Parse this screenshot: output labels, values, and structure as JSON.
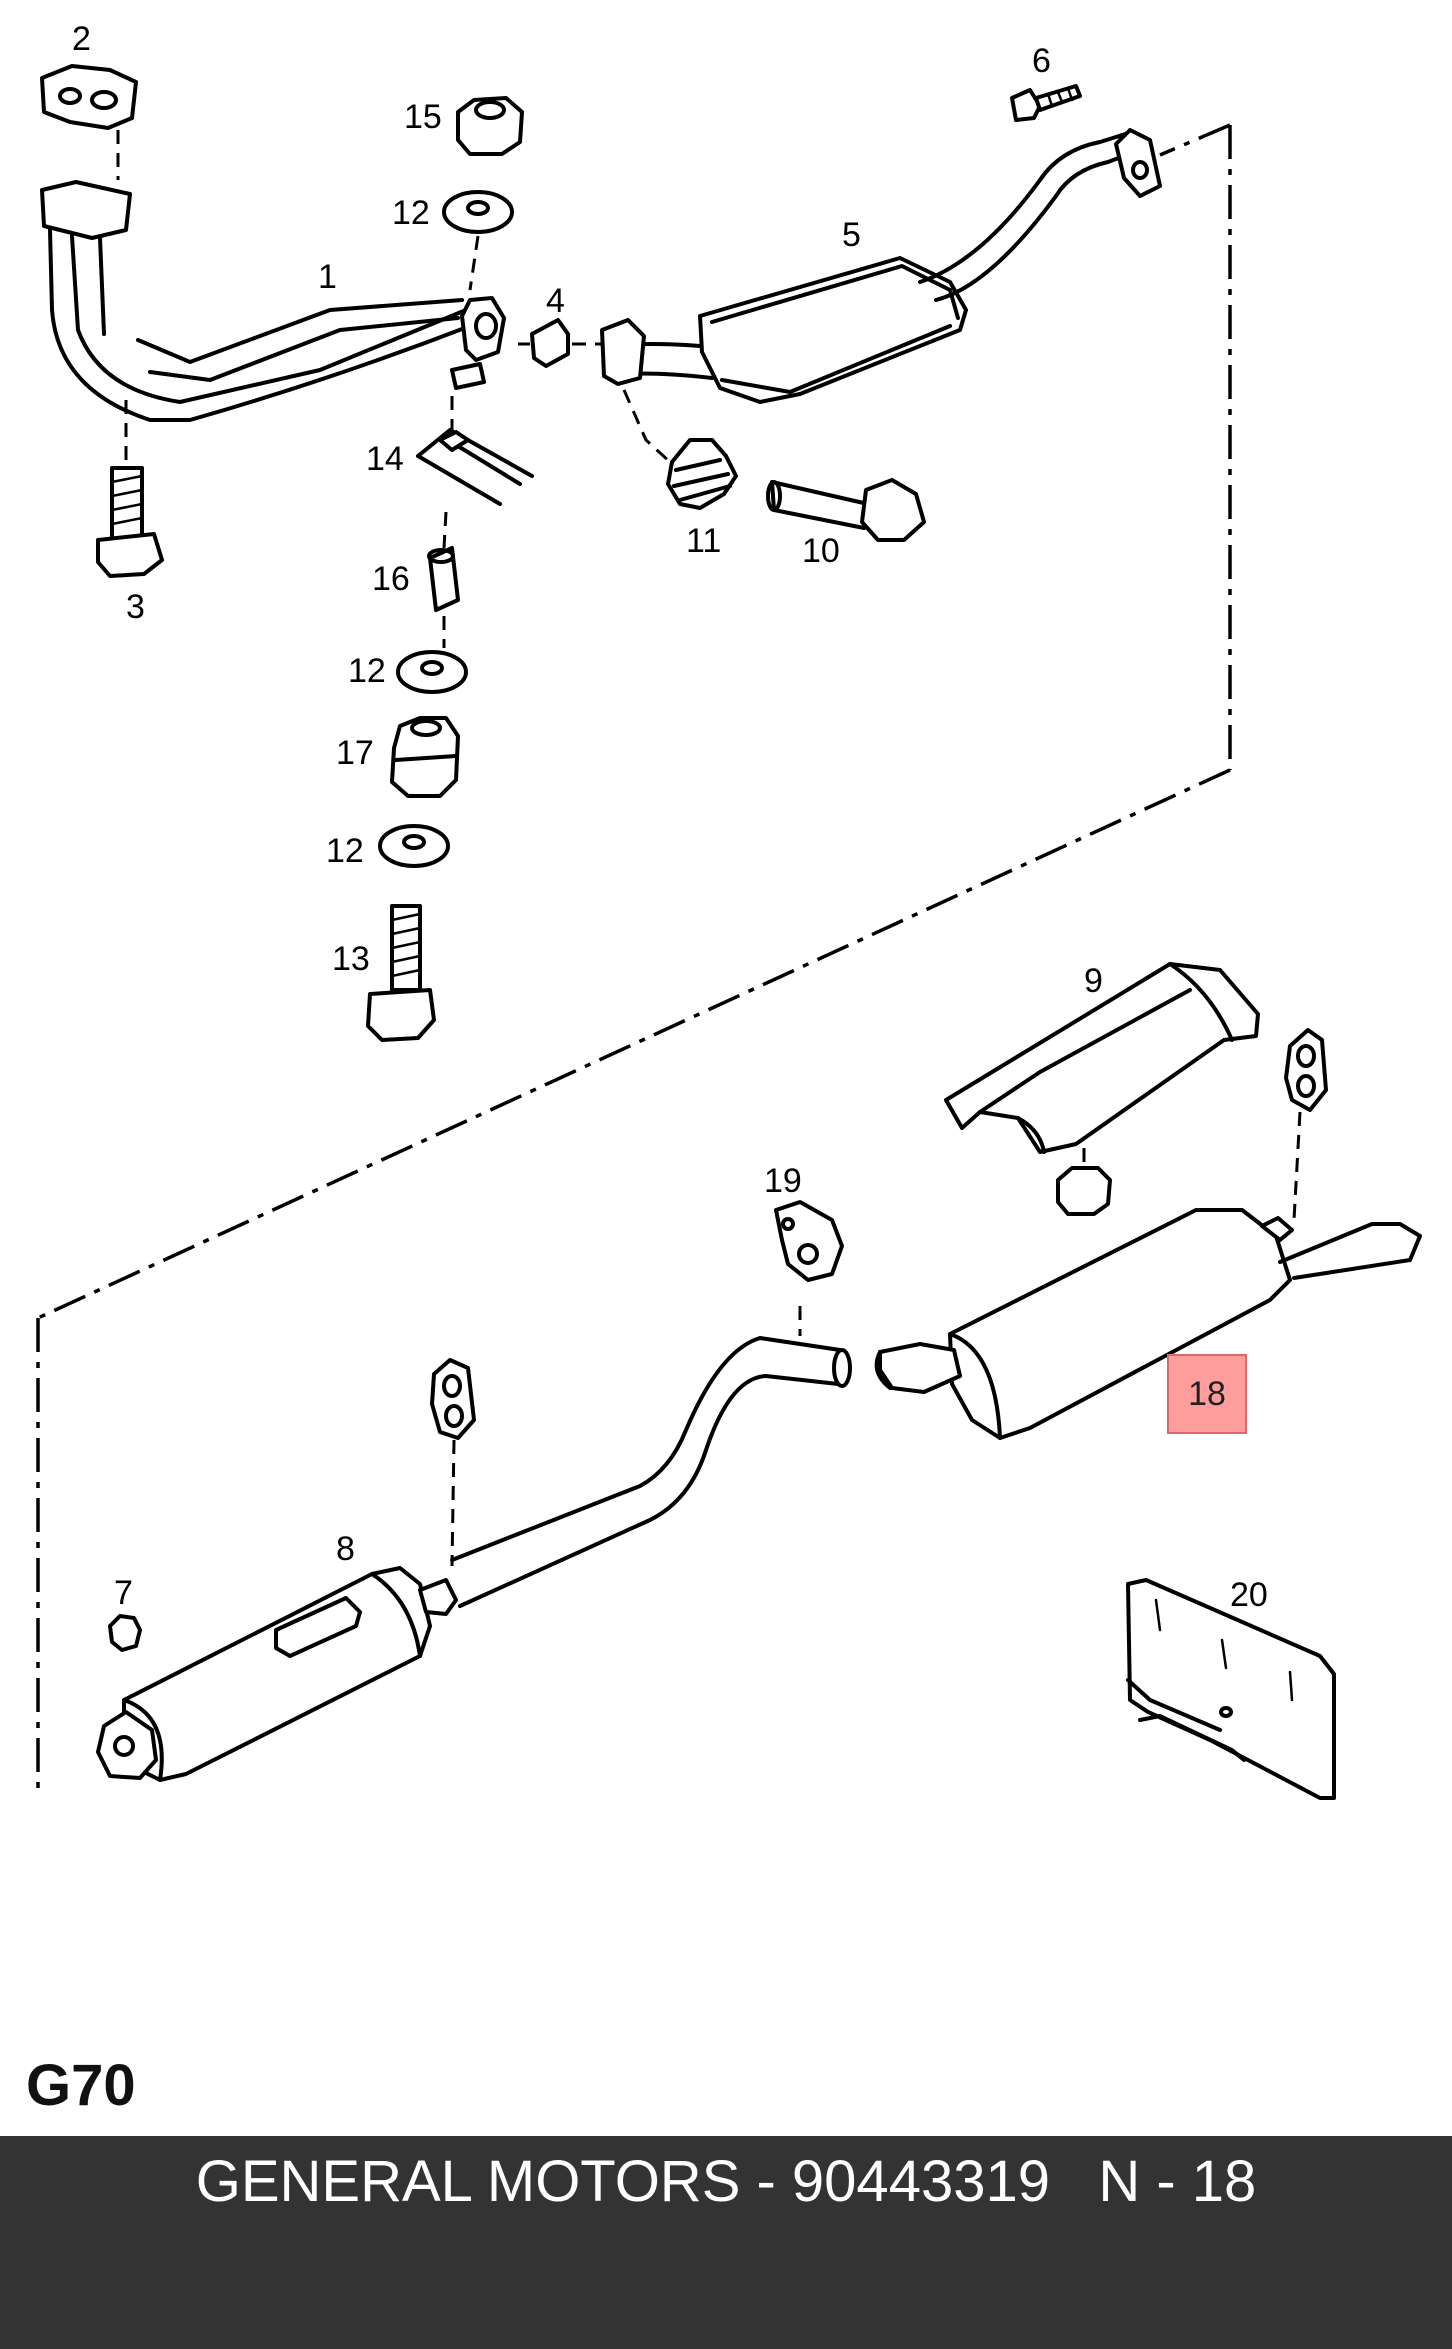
{
  "diagram": {
    "part_labels": [
      "1",
      "2",
      "3",
      "4",
      "5",
      "6",
      "7",
      "8",
      "9",
      "10",
      "11",
      "12",
      "12",
      "12",
      "13",
      "14",
      "15",
      "16",
      "17",
      "19",
      "20"
    ],
    "highlighted_part": "18"
  },
  "section_code": "G70",
  "footer": {
    "text": "GENERAL MOTORS - 90443319   N - 18",
    "background": "#333333",
    "highlight_color": "#ff9c9c"
  }
}
